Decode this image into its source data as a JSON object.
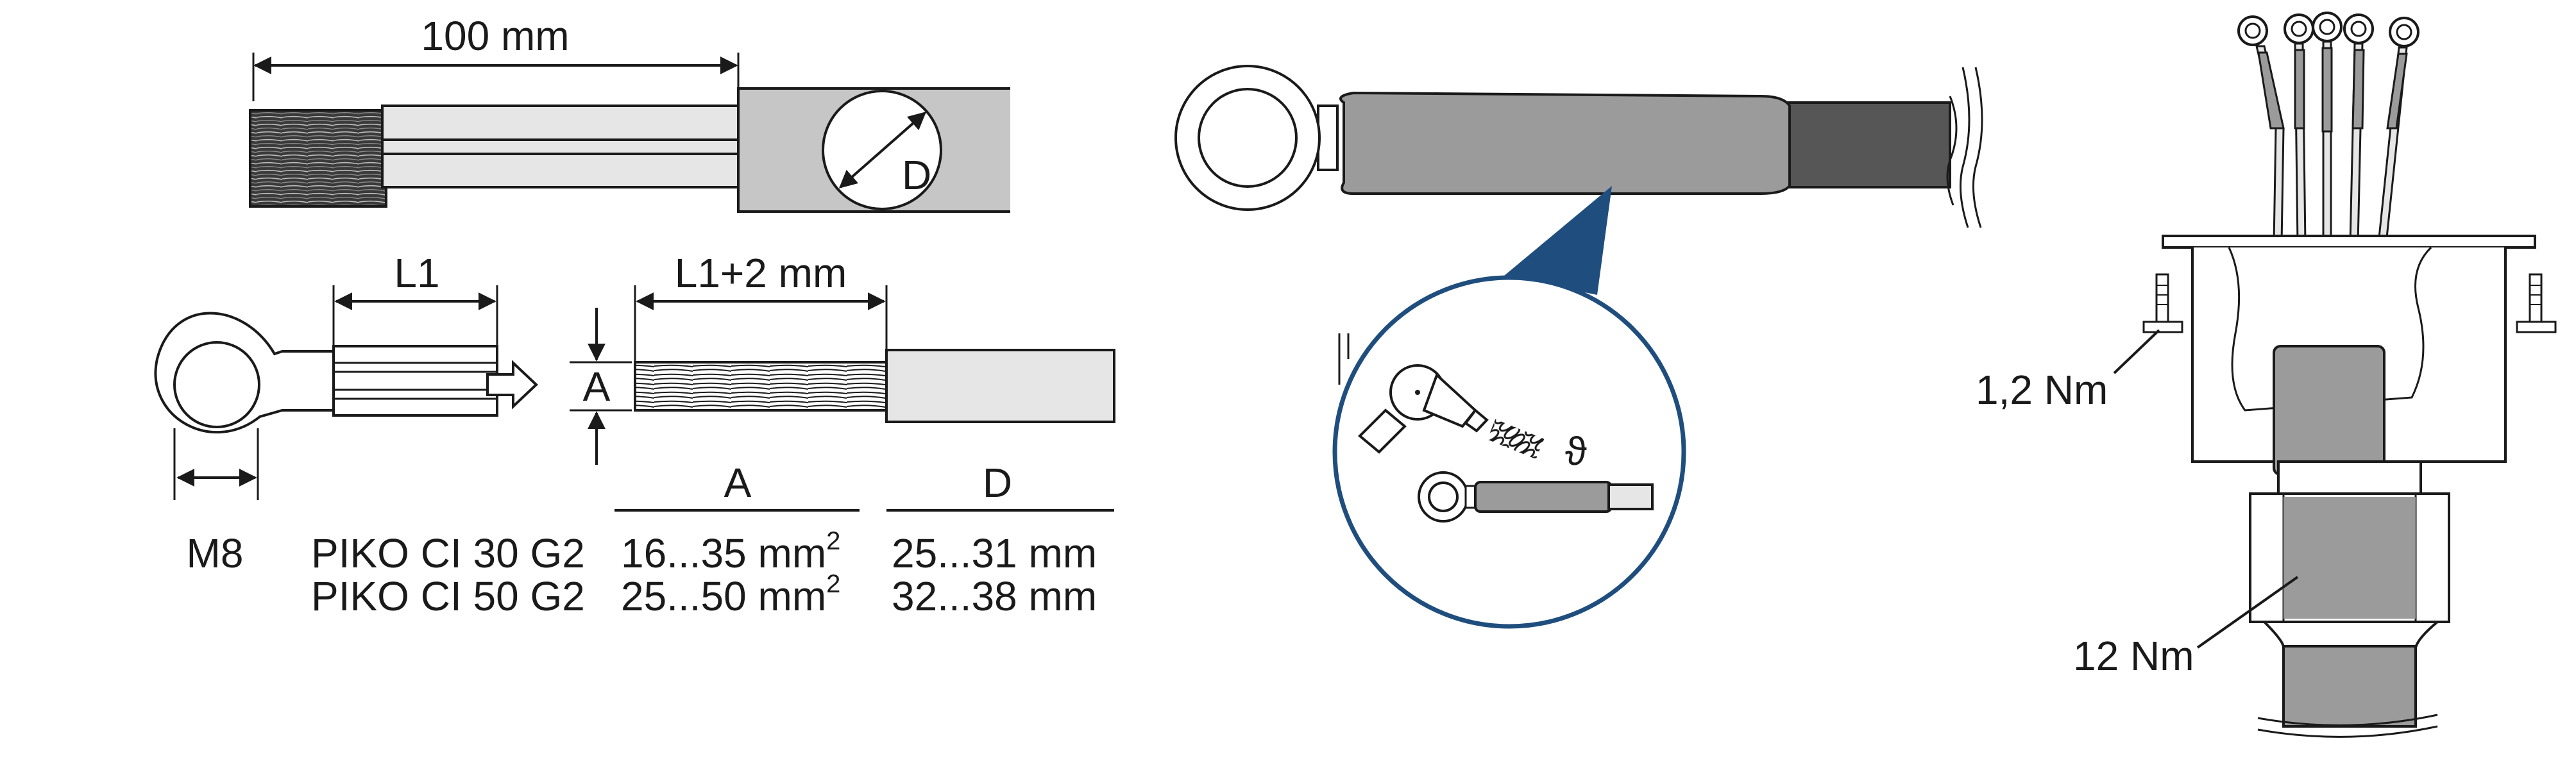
{
  "panel_strip": {
    "strip_length_label": "100 mm",
    "diameter_label": "D"
  },
  "panel_crimp": {
    "l1_label": "L1",
    "l1_plus_label": "L1+2 mm",
    "a_label": "A",
    "bolt_size_label": "M8"
  },
  "spec_table": {
    "col_a_header": "A",
    "col_d_header": "D",
    "rows": [
      {
        "model": "PIKO CI 30 G2",
        "a_value": "16...35 mm",
        "a_sup": "2",
        "d_value": "25...31 mm"
      },
      {
        "model": "PIKO CI 50 G2",
        "a_value": "25...50 mm",
        "a_sup": "2",
        "d_value": "32...38 mm"
      }
    ]
  },
  "panel_shrink": {
    "heat_symbol": "ϑ"
  },
  "panel_gland": {
    "torque_screw_label": "1,2 Nm",
    "torque_nut_label": "12 Nm"
  },
  "colors": {
    "line": "#1a1a1a",
    "sleeve_grey": "#c6c6c6",
    "shrink_grey": "#9b9b9b",
    "cable_dark": "#565656",
    "callout_blue": "#1f4e7e",
    "insulation_light": "#e6e6e6"
  }
}
